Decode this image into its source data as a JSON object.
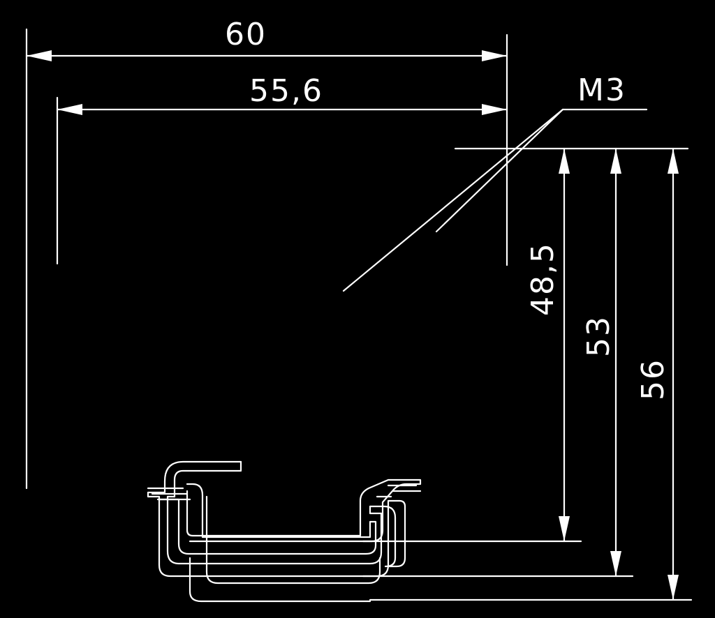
{
  "diagram": {
    "background_color": "#000000",
    "line_color": "#ffffff",
    "dimensions": {
      "overall_width": "60",
      "inner_width": "55,6",
      "height_inner": "48,5",
      "height_mid": "53",
      "height_overall": "56"
    },
    "callout": {
      "thread_label": "M3"
    }
  }
}
